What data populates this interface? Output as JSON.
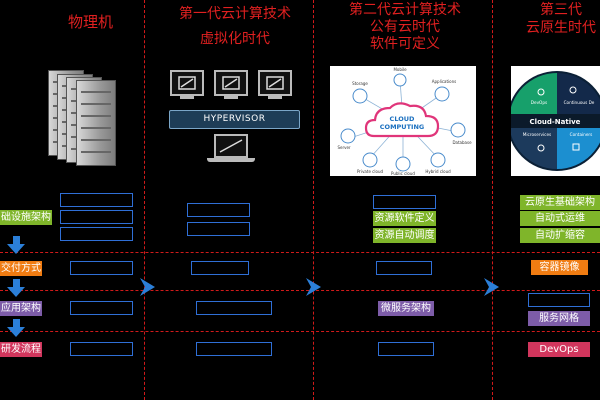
{
  "columns": {
    "physical": {
      "title": "物理机"
    },
    "gen1": {
      "line1": "第一代云计算技术",
      "line2": "虚拟化时代"
    },
    "gen2": {
      "line1": "第二代云计算技术",
      "line2": "公有云时代",
      "line3": "软件可定义"
    },
    "gen3": {
      "line1": "第三代",
      "line2": "云原生时代"
    }
  },
  "rows": {
    "infra": "础设施架构",
    "delivery": "交付方式",
    "app_arch": "应用架构",
    "dev_process": "研发流程"
  },
  "gen1_image": {
    "hypervisor": "HYPERVISOR"
  },
  "gen2_image": {
    "center": "CLOUD COMPUTING",
    "nodes": [
      "Mobile",
      "Applications",
      "Storage",
      "Server",
      "Database",
      "Private cloud",
      "Public cloud",
      "Hybrid cloud"
    ]
  },
  "gen3_image": {
    "center": "Cloud-Native",
    "q1": "DevOps",
    "q2": "Continuous De",
    "q3": "Microservices",
    "q4": "Containers"
  },
  "gen2_tags": {
    "infra_a": "资源软件定义",
    "infra_b": "资源自动调度",
    "app_arch": "微服务架构"
  },
  "gen3_tags": {
    "infra_a": "云原生基础架构",
    "infra_b": "自动式运维",
    "infra_c": "自动扩缩容",
    "delivery": "容器镜像",
    "app_arch": "服务网格",
    "dev_process": "DevOps"
  },
  "colors": {
    "title_red": "#e02020",
    "divider_red": "#d11a1a",
    "box_blue": "#2f6fd6",
    "arrow_blue": "#2b7fd8",
    "green": "#7fb52a",
    "orange": "#f07c12",
    "purple": "#7d5ca8",
    "magenta": "#d1365d"
  },
  "icons": [
    "server-rack-icon",
    "monitor-icon",
    "laptop-icon",
    "cloud-icon",
    "down-arrow-icon",
    "right-chevron-icon"
  ]
}
